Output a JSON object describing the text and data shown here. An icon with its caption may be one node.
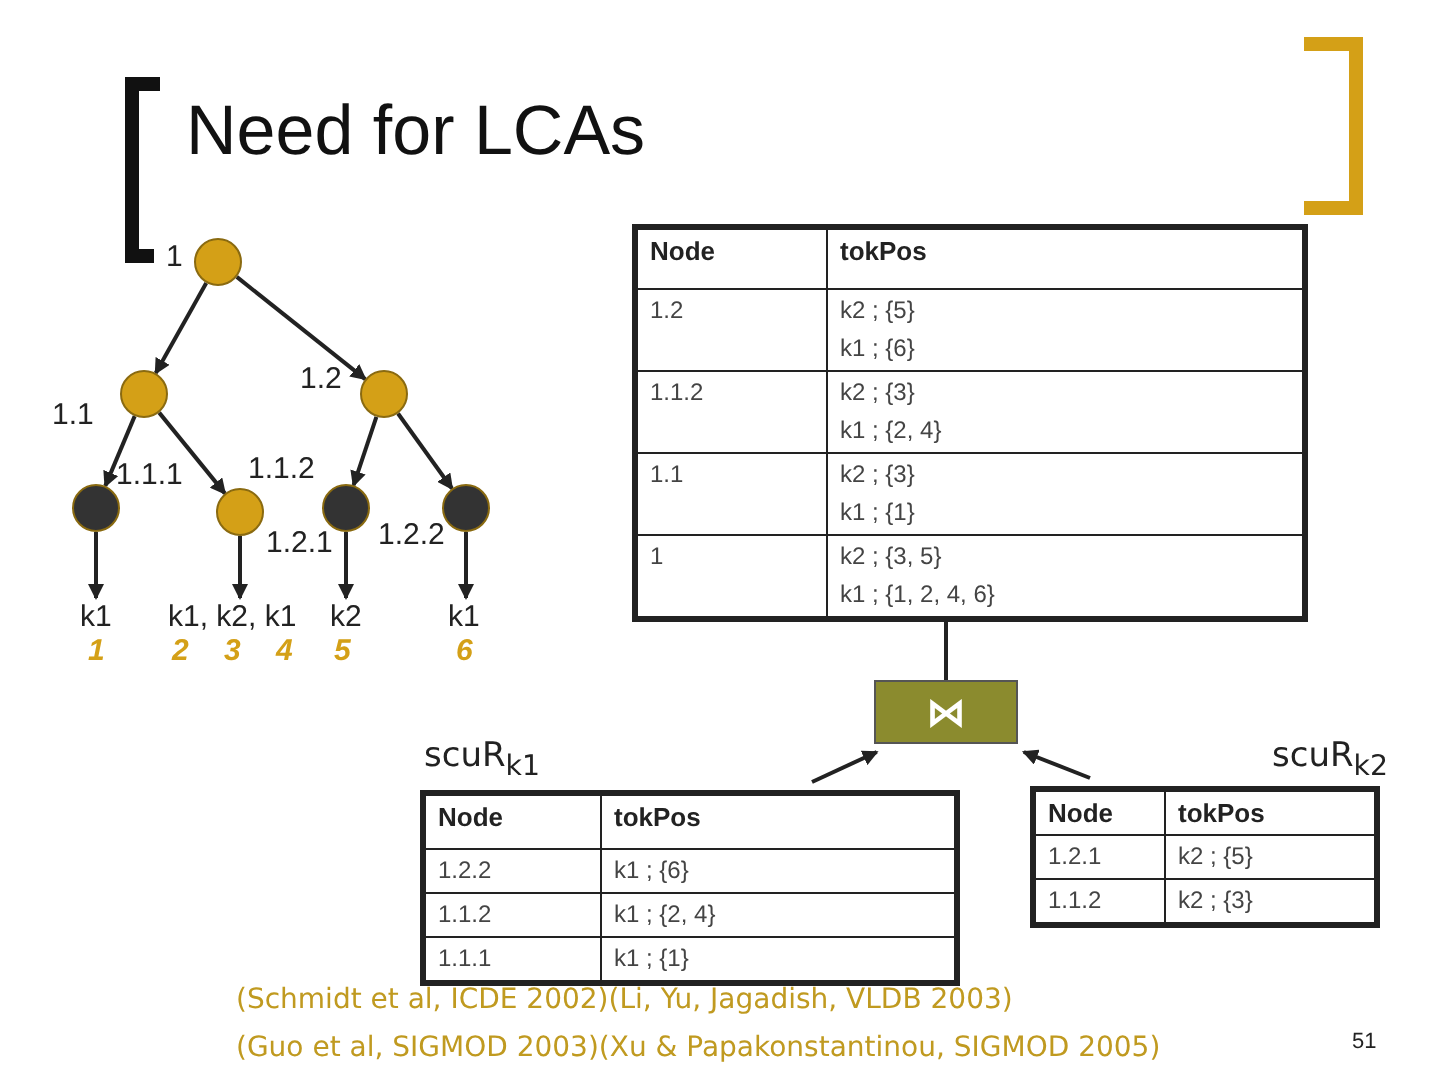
{
  "diagram": {
    "title": "Need for LCAs",
    "nodes": [
      {
        "text": [],
        "shape": "circle",
        "beside": [
          "1"
        ]
      },
      {
        "text": [],
        "shape": "circle",
        "beside": [
          "1.1"
        ]
      },
      {
        "text": [],
        "shape": "circle",
        "beside": [
          "1.2"
        ]
      },
      {
        "text": [],
        "shape": "circle",
        "beside": [
          "1.1.1"
        ]
      },
      {
        "text": [],
        "shape": "circle",
        "beside": [
          "1.1.2"
        ]
      },
      {
        "text": [],
        "shape": "circle",
        "beside": [
          "1.2.1"
        ]
      },
      {
        "text": [],
        "shape": "circle",
        "beside": [
          "1.2.2"
        ]
      },
      {
        "text": [
          "k1"
        ]
      },
      {
        "text": [
          "k1, k2, k1"
        ]
      },
      {
        "text": [
          "k2"
        ]
      },
      {
        "text": [
          "k1"
        ]
      },
      {
        "text": [
          "Node",
          "tokPos",
          "1.2",
          "k2 ; {5}",
          "k1 ; {6}",
          "1.1.2",
          "k2 ; {3}",
          "k1 ; {2, 4}",
          "1.1",
          "k2 ; {3}",
          "k1 ; {1}",
          "1",
          "k2 ; {3, 5}",
          "k1 ; {1, 2, 4, 6}"
        ]
      },
      {
        "text": [
          "⋈"
        ]
      },
      {
        "text": [
          "Node",
          "tokPos",
          "1.2.2",
          "k1 ; {6}",
          "1.1.2",
          "k1 ; {2, 4}",
          "1.1.1",
          "k1 ; {1}"
        ],
        "beside": [
          "scuR$_{k1}$"
        ]
      },
      {
        "text": [
          "Node",
          "tokPos",
          "1.2.1",
          "k2 ; {5}",
          "1.1.2",
          "k2 ; {3}"
        ],
        "beside": [
          "scuR$_{k2}$"
        ]
      }
    ],
    "edges": [
      {
        "from": 0,
        "to": 1,
        "arrow": "to"
      },
      {
        "from": 0,
        "to": 2,
        "arrow": "to"
      },
      {
        "from": 1,
        "to": 3,
        "arrow": "to"
      },
      {
        "from": 1,
        "to": 4,
        "arrow": "to"
      },
      {
        "from": 2,
        "to": 5,
        "arrow": "to"
      },
      {
        "from": 2,
        "to": 6,
        "arrow": "to"
      },
      {
        "from": 3,
        "to": 7,
        "arrow": "to"
      },
      {
        "from": 4,
        "to": 8,
        "arrow": "to"
      },
      {
        "from": 5,
        "to": 9,
        "arrow": "to"
      },
      {
        "from": 6,
        "to": 10,
        "arrow": "to"
      },
      {
        "from": 12,
        "to": 11,
        "arrow": "none"
      },
      {
        "from": 13,
        "to": 12,
        "arrow": "to"
      },
      {
        "from": 14,
        "to": 12,
        "arrow": "to"
      }
    ],
    "labels": [
      "1",
      "2",
      "3",
      "4",
      "5",
      "6",
      "(Schmidt et al, ICDE 2002)(Li, Yu, Jagadish, VLDB 2003)",
      "(Guo et al, SIGMOD 2003)(Xu & Papakonstantinou, SIGMOD 2005)",
      "51"
    ]
  }
}
